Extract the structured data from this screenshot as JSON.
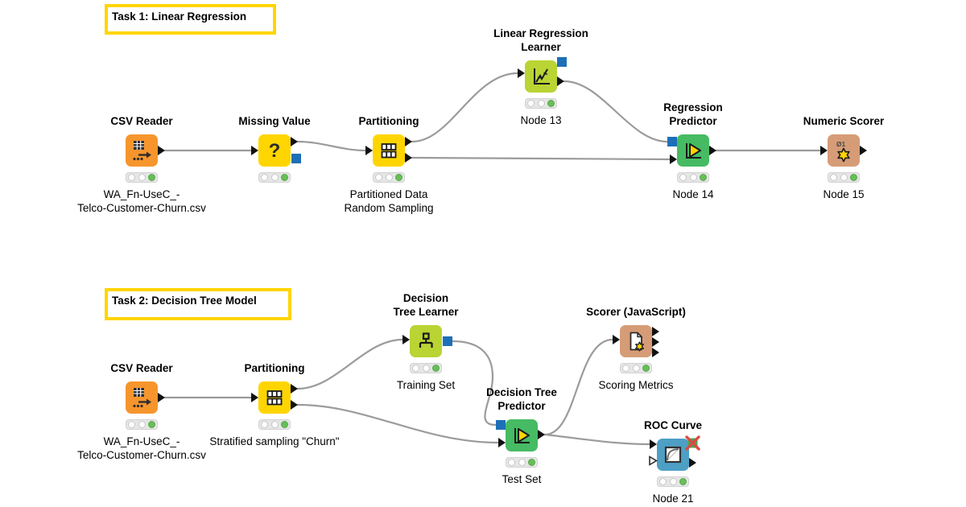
{
  "app_title": "KNIME workflow canvas",
  "annotations": [
    {
      "title": "Task 1: Linear Regression"
    },
    {
      "title": "Task 2: Decision Tree Model"
    }
  ],
  "colors": {
    "annotation_border": "#FFD500",
    "source_node_orange": "#F7952D",
    "manipulator_node_yellow": "#FFD500",
    "learner_node_lime": "#B9D433",
    "predictor_node_green": "#46BB63",
    "scorer_node_tan": "#D69C77",
    "view_node_blue": "#4E9FC4",
    "model_port_blue": "#1D6FB8",
    "wire_gray": "#9b9b9b",
    "status_green": "#67BE57",
    "inactive_port_red": "#D84B42"
  },
  "nodes": [
    {
      "id": "csv-reader-1",
      "label": "CSV Reader",
      "sublabel": "WA_Fn-UseC_-\nTelco-Customer-Churn.csv",
      "icon": "csv-reader-icon",
      "status": "executed"
    },
    {
      "id": "missing-value",
      "label": "Missing Value",
      "sublabel": "",
      "icon": "question-mark-icon",
      "status": "executed"
    },
    {
      "id": "partitioning-1",
      "label": "Partitioning",
      "sublabel": "Partitioned Data\nRandom Sampling",
      "icon": "partition-table-icon",
      "status": "executed"
    },
    {
      "id": "linear-regression-learner",
      "label": "Linear Regression\nLearner",
      "sublabel": "Node 13",
      "icon": "regression-chart-icon",
      "status": "executed"
    },
    {
      "id": "regression-predictor",
      "label": "Regression\nPredictor",
      "sublabel": "Node 14",
      "icon": "predictor-icon",
      "status": "executed"
    },
    {
      "id": "numeric-scorer",
      "label": "Numeric Scorer",
      "sublabel": "Node 15",
      "icon": "numeric-scorer-icon",
      "status": "executed"
    },
    {
      "id": "csv-reader-2",
      "label": "CSV Reader",
      "sublabel": "WA_Fn-UseC_-\nTelco-Customer-Churn.csv",
      "icon": "csv-reader-icon",
      "status": "executed"
    },
    {
      "id": "partitioning-2",
      "label": "Partitioning",
      "sublabel": "Stratified sampling \"Churn\"",
      "icon": "partition-table-icon",
      "status": "executed"
    },
    {
      "id": "decision-tree-learner",
      "label": "Decision\nTree Learner",
      "sublabel": "Training Set",
      "icon": "decision-tree-icon",
      "status": "executed"
    },
    {
      "id": "decision-tree-predictor",
      "label": "Decision Tree\nPredictor",
      "sublabel": "Test Set",
      "icon": "predictor-icon",
      "status": "executed"
    },
    {
      "id": "scorer-javascript",
      "label": "Scorer (JavaScript)",
      "sublabel": "Scoring Metrics",
      "icon": "document-star-icon",
      "status": "executed"
    },
    {
      "id": "roc-curve",
      "label": "ROC Curve",
      "sublabel": "Node 21",
      "icon": "roc-curve-icon",
      "status": "executed"
    }
  ]
}
